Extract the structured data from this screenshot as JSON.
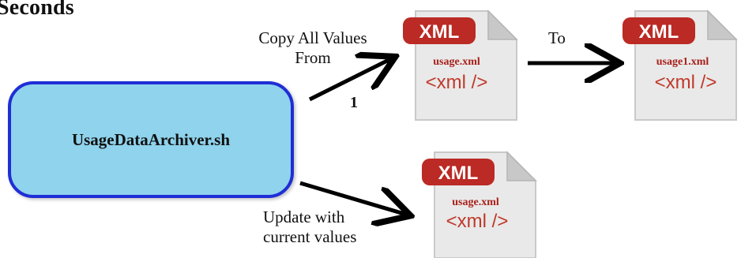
{
  "heading": "Seconds",
  "script": {
    "name": "UsageDataArchiver.sh"
  },
  "labels": {
    "copy_line1": "Copy All Values",
    "copy_line2": "From",
    "to": "To",
    "step": "1",
    "update_line1": "Update with",
    "update_line2": "current values"
  },
  "files": [
    {
      "badge": "XML",
      "filename": "usage.xml",
      "tag": "<xml />"
    },
    {
      "badge": "XML",
      "filename": "usage1.xml",
      "tag": "<xml />"
    },
    {
      "badge": "XML",
      "filename": "usage.xml",
      "tag": "<xml />"
    }
  ],
  "colors": {
    "box_fill": "#8fd3ec",
    "box_border": "#1f2ed6",
    "badge_fill": "#bb2a24",
    "filename_text": "#a8201a",
    "tag_text": "#c0392b",
    "arrow": "#000000"
  }
}
